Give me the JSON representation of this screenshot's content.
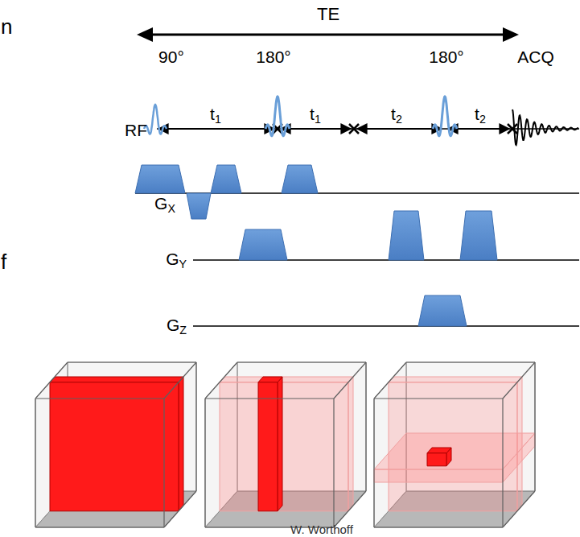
{
  "diagram": {
    "labels": [
      "n",
      "TE",
      "90°",
      "180°",
      "180°",
      "ACQ",
      "RF",
      "t1",
      "t1",
      "t2",
      "t2",
      "GX",
      "GY",
      "GZ",
      "f",
      "W. Worthoff"
    ]
  }
}
